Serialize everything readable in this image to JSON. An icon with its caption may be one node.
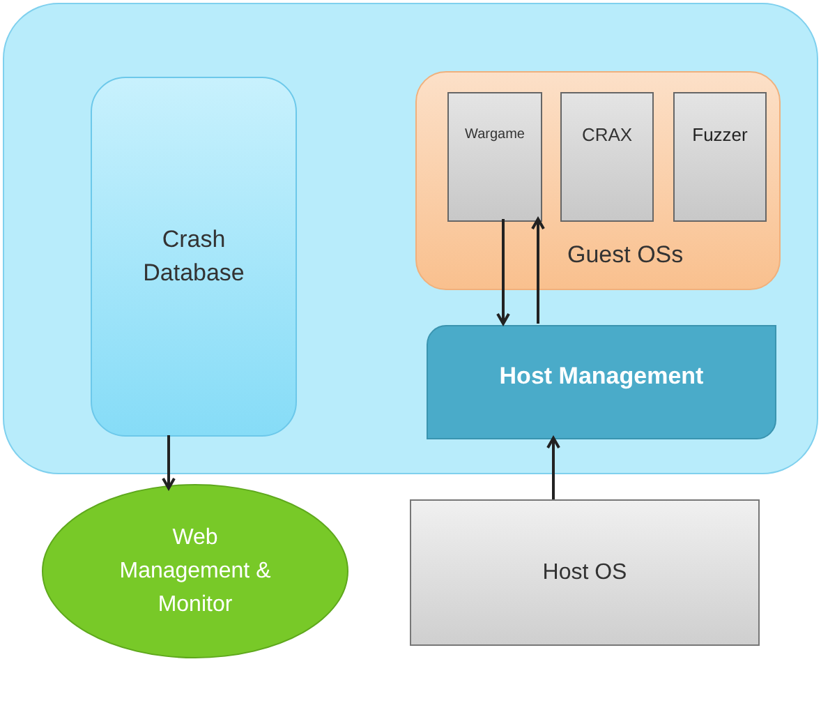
{
  "diagram": {
    "nodes": [
      {
        "text": [],
        "shape": "box"
      },
      {
        "text": [
          "Crash Database"
        ],
        "in": 0
      },
      {
        "text": [
          "Guest OSs"
        ],
        "in": 0
      },
      {
        "text": [
          "Wargame"
        ],
        "in": 2
      },
      {
        "text": [
          "CRAX"
        ],
        "in": 2
      },
      {
        "text": [
          "Fuzzer"
        ],
        "in": 2
      },
      {
        "text": [
          "Host Management"
        ],
        "in": 0
      },
      {
        "text": [
          "Web Management & Monitor"
        ]
      },
      {
        "text": [
          "Host OS"
        ]
      }
    ],
    "edges": [
      {
        "from": 1,
        "to": 7,
        "arrow": "to"
      },
      {
        "from": 3,
        "to": 6,
        "arrow": "to"
      },
      {
        "from": 6,
        "to": 3,
        "arrow": "to"
      },
      {
        "from": 8,
        "to": 6,
        "arrow": "to"
      }
    ]
  }
}
